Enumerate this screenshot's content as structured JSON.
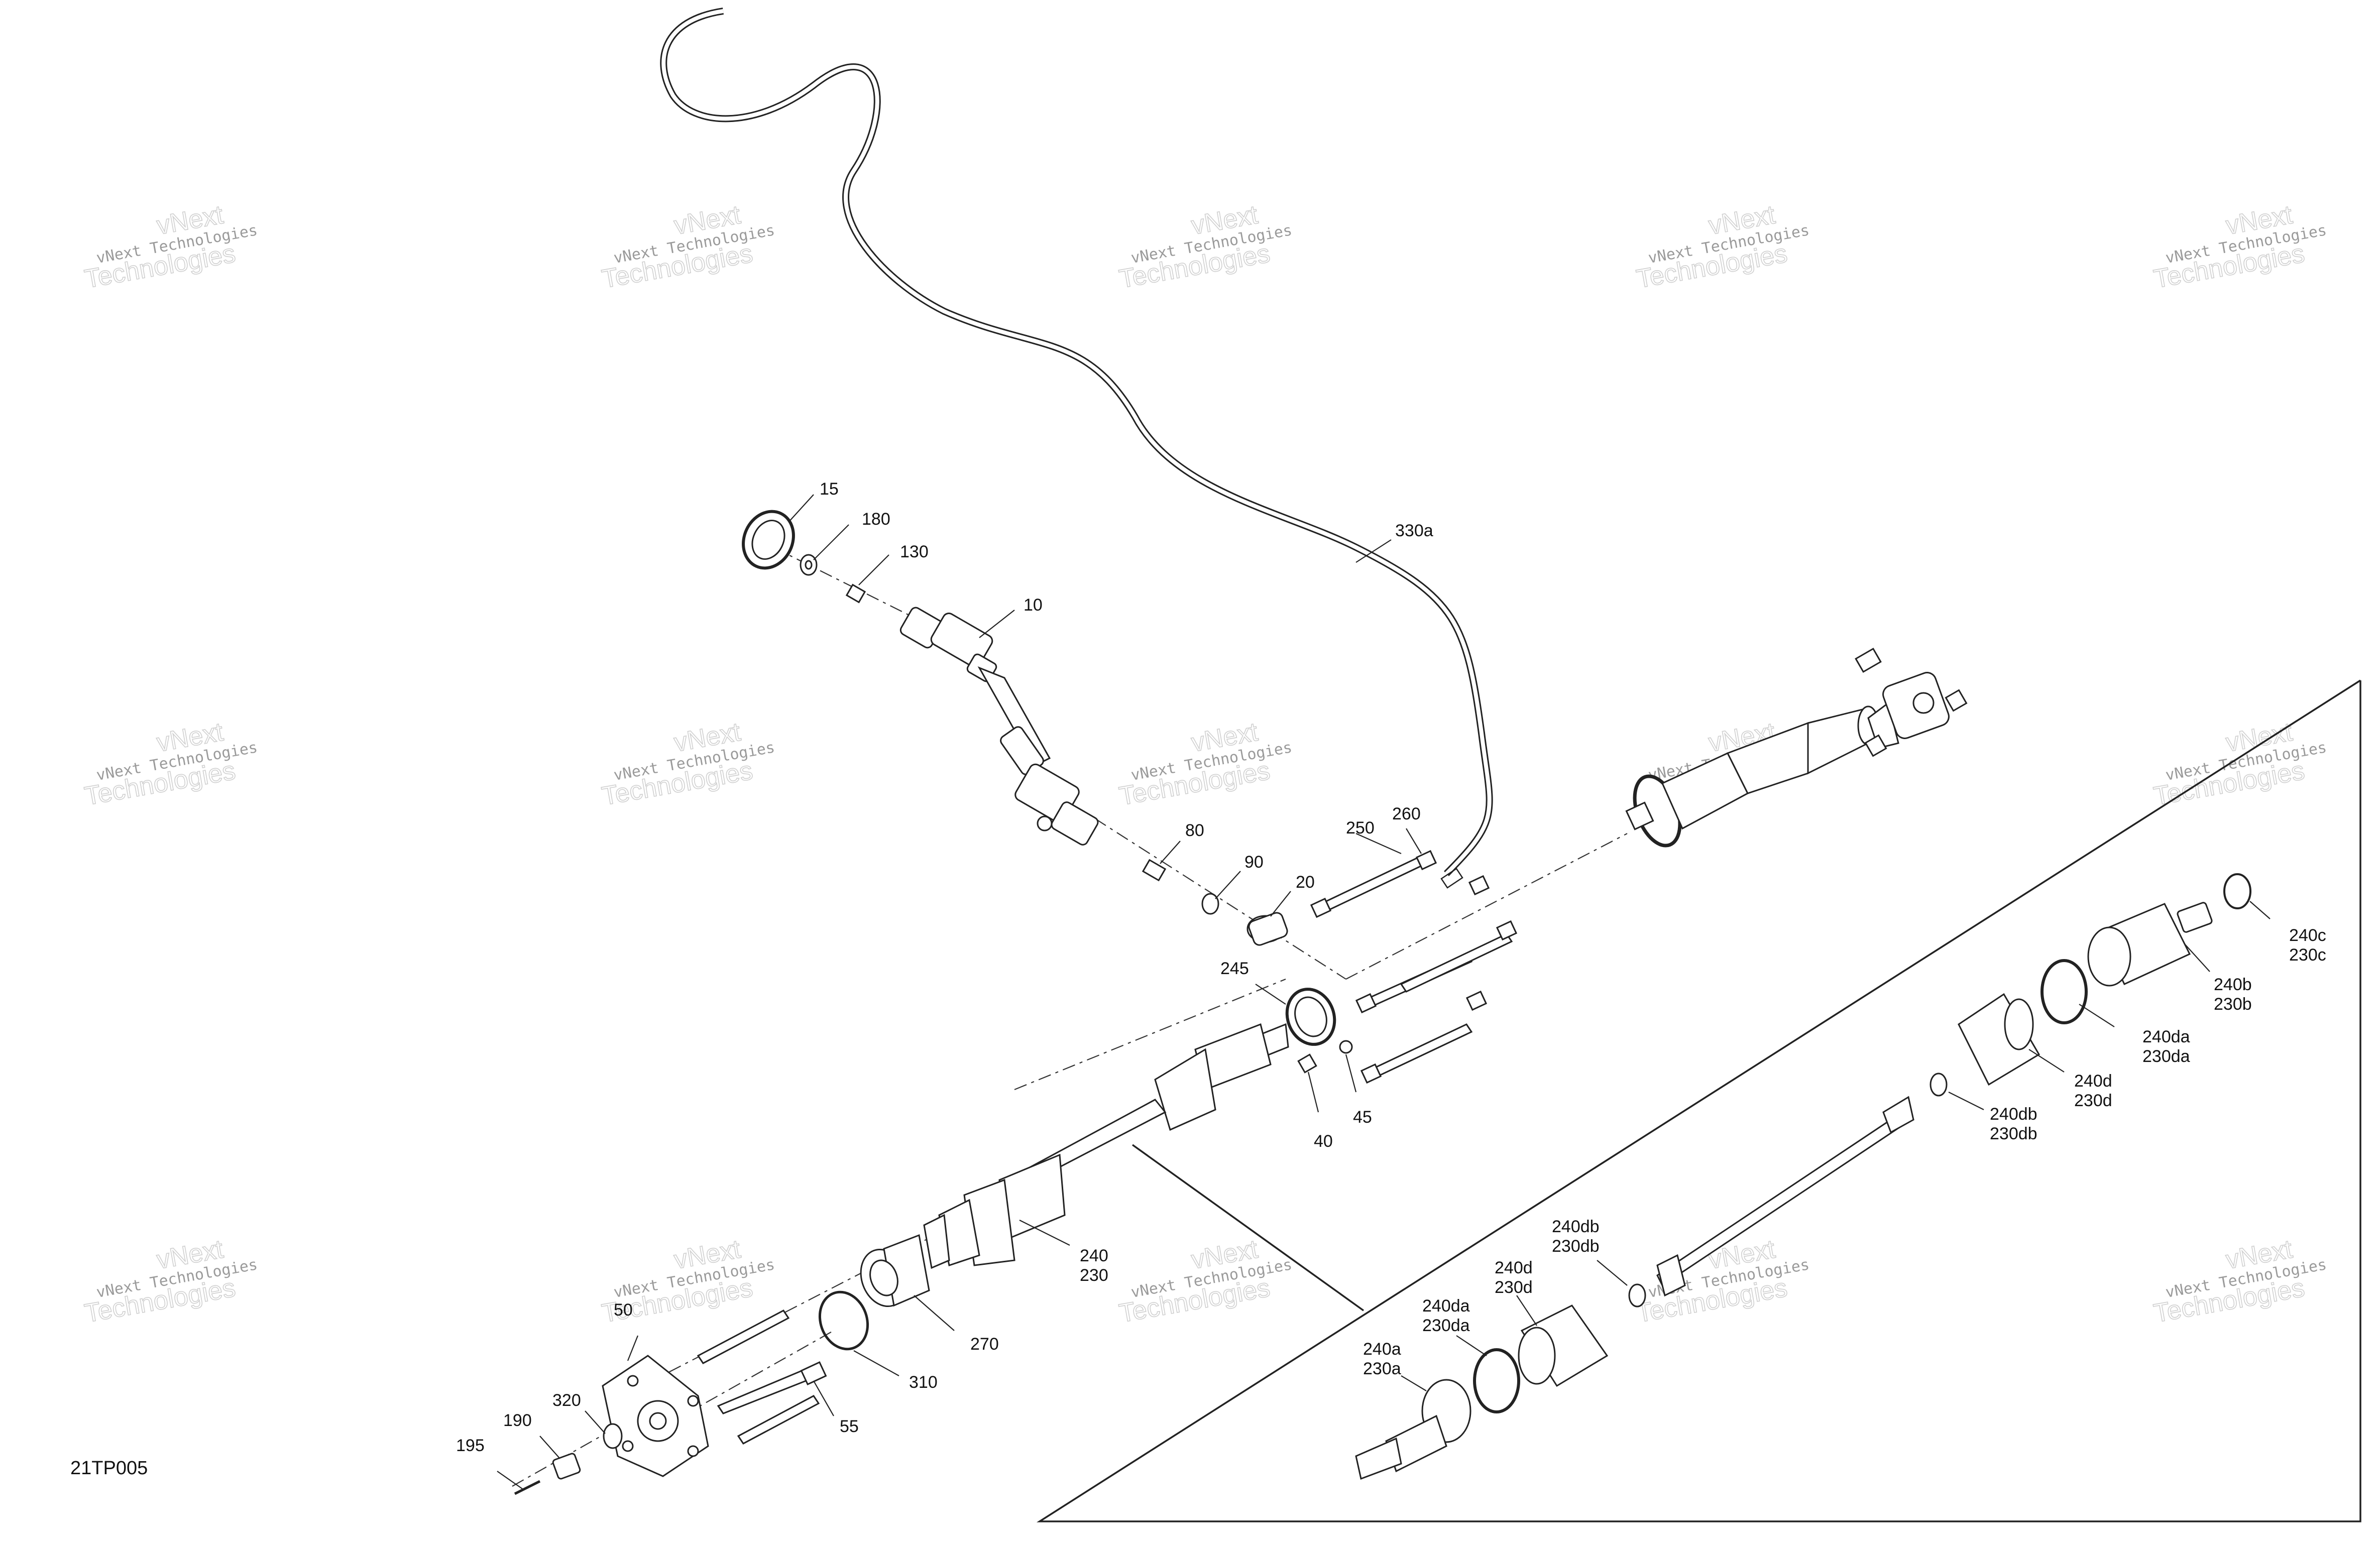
{
  "drawing_id": "21TP005",
  "watermark": {
    "line1": "vNext Technologies",
    "line2": "vNext",
    "line3": "Technologies"
  },
  "callouts": [
    {
      "id": "c-15",
      "text": "15"
    },
    {
      "id": "c-180",
      "text": "180"
    },
    {
      "id": "c-130",
      "text": "130"
    },
    {
      "id": "c-10",
      "text": "10"
    },
    {
      "id": "c-330a",
      "text": "330a"
    },
    {
      "id": "c-80",
      "text": "80"
    },
    {
      "id": "c-90",
      "text": "90"
    },
    {
      "id": "c-20",
      "text": "20"
    },
    {
      "id": "c-250",
      "text": "250"
    },
    {
      "id": "c-260",
      "text": "260"
    },
    {
      "id": "c-245",
      "text": "245"
    },
    {
      "id": "c-40",
      "text": "40"
    },
    {
      "id": "c-45",
      "text": "45"
    },
    {
      "id": "c-240-230",
      "text": "240\n230"
    },
    {
      "id": "c-270",
      "text": "270"
    },
    {
      "id": "c-310",
      "text": "310"
    },
    {
      "id": "c-50",
      "text": "50"
    },
    {
      "id": "c-55",
      "text": "55"
    },
    {
      "id": "c-320",
      "text": "320"
    },
    {
      "id": "c-190",
      "text": "190"
    },
    {
      "id": "c-195",
      "text": "195"
    },
    {
      "id": "c-240c-230c",
      "text": "240c\n230c"
    },
    {
      "id": "c-240b-230b",
      "text": "240b\n230b"
    },
    {
      "id": "c-240da-230da-r",
      "text": "240da\n230da"
    },
    {
      "id": "c-240d-230d-r",
      "text": "240d\n230d"
    },
    {
      "id": "c-240db-230db-r",
      "text": "240db\n230db"
    },
    {
      "id": "c-240db-230db-l",
      "text": "240db\n230db"
    },
    {
      "id": "c-240d-230d-l",
      "text": "240d\n230d"
    },
    {
      "id": "c-240da-230da-l",
      "text": "240da\n230da"
    },
    {
      "id": "c-240a-230a",
      "text": "240a\n230a"
    }
  ]
}
